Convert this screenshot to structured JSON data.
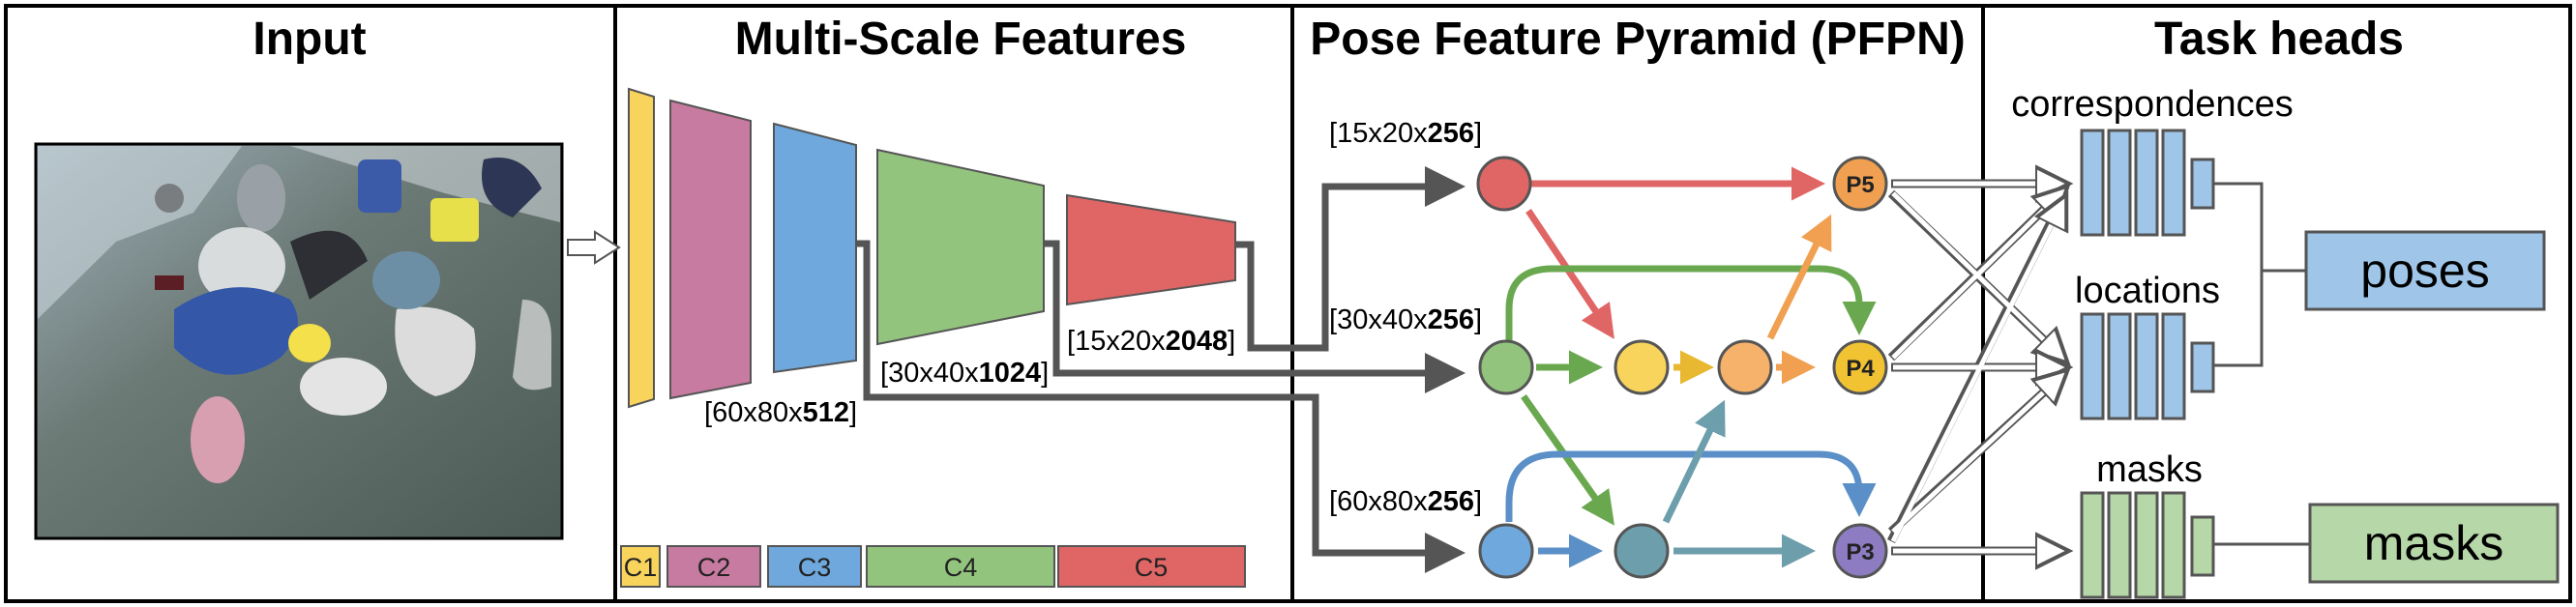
{
  "sections": {
    "input": "Input",
    "msf": "Multi-Scale Features",
    "pfpn": "Pose Feature Pyramid (PFPN)",
    "heads": "Task heads"
  },
  "dims": {
    "c3": {
      "pre": "60x80x",
      "bold": "512"
    },
    "c4": {
      "pre": "30x40x",
      "bold": "1024"
    },
    "c5": {
      "pre": "15x20x",
      "bold": "2048"
    },
    "p5": {
      "pre": "15x20x",
      "bold": "256"
    },
    "p4": {
      "pre": "30x40x",
      "bold": "256"
    },
    "p3": {
      "pre": "60x80x",
      "bold": "256"
    }
  },
  "legend": [
    "C1",
    "C2",
    "C3",
    "C4",
    "C5"
  ],
  "pyramid_nodes": [
    "P5",
    "P4",
    "P3"
  ],
  "heads": {
    "correspondences": "correspondences",
    "locations": "locations",
    "masks": "masks"
  },
  "outputs": {
    "poses": "poses",
    "masks": "masks"
  },
  "colors": {
    "c1": "#f9d45c",
    "c2": "#c77ba0",
    "c3": "#6fa8dc",
    "c4": "#93c47d",
    "c5": "#e06666",
    "p5": "#f0a050",
    "p4": "#f1c232",
    "p3": "#8e7cc3",
    "teal": "#6d9eab",
    "head_blue": "#9fc5e8",
    "head_green": "#b6d7a8"
  }
}
